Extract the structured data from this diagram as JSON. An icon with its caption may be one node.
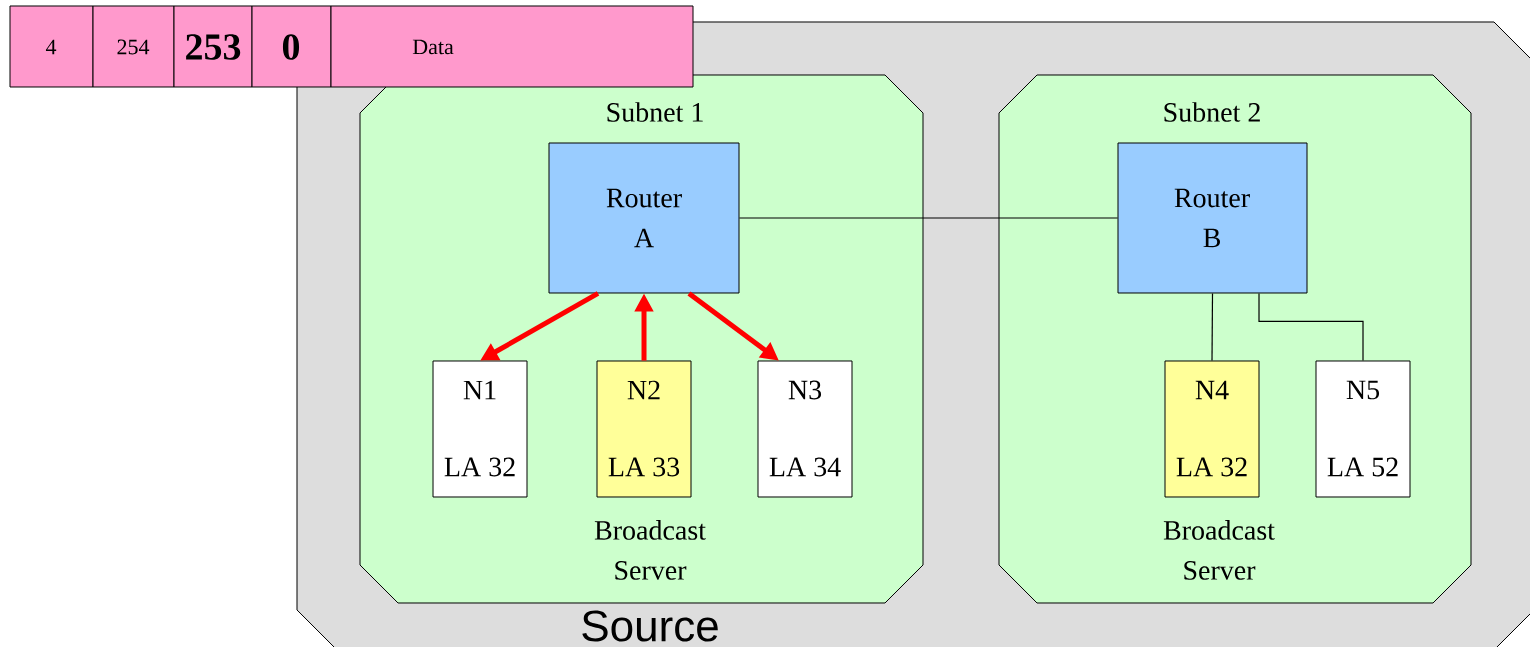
{
  "diagram": {
    "nodes": [
      {
        "text": [
          "4"
        ]
      },
      {
        "text": [
          "254"
        ]
      },
      {
        "text": [
          "253"
        ]
      },
      {
        "text": [
          "0"
        ]
      },
      {
        "text": [
          "Data"
        ]
      },
      {
        "text": [
          "Source"
        ]
      },
      {
        "text": [
          "Subnet 1",
          "Broadcast Server"
        ],
        "in": 5
      },
      {
        "text": [
          "Router A"
        ],
        "in": 6
      },
      {
        "text": [
          "N1",
          "LA 32"
        ],
        "in": 6
      },
      {
        "text": [
          "N2",
          "LA 33"
        ],
        "in": 6
      },
      {
        "text": [
          "N3",
          "LA 34"
        ],
        "in": 6
      },
      {
        "text": [
          "Subnet 2",
          "Broadcast Server"
        ],
        "in": 5
      },
      {
        "text": [
          "Router B"
        ],
        "in": 11
      },
      {
        "text": [
          "N4",
          "LA 32"
        ],
        "in": 11
      },
      {
        "text": [
          "N5",
          "LA 52"
        ],
        "in": 11
      }
    ],
    "edges": [
      {
        "from": 7,
        "to": 8,
        "arrow": "to",
        "style": "thick",
        "color": "#ff0000"
      },
      {
        "from": 9,
        "to": 7,
        "arrow": "to",
        "style": "thick",
        "color": "#ff0000"
      },
      {
        "from": 7,
        "to": 10,
        "arrow": "to",
        "style": "thick",
        "color": "#ff0000"
      },
      {
        "from": 7,
        "to": 12,
        "arrow": "none",
        "color": "#000000"
      },
      {
        "from": 12,
        "to": 13,
        "arrow": "none",
        "color": "#000000"
      },
      {
        "from": 12,
        "to": 14,
        "arrow": "none",
        "color": "#000000"
      }
    ]
  }
}
